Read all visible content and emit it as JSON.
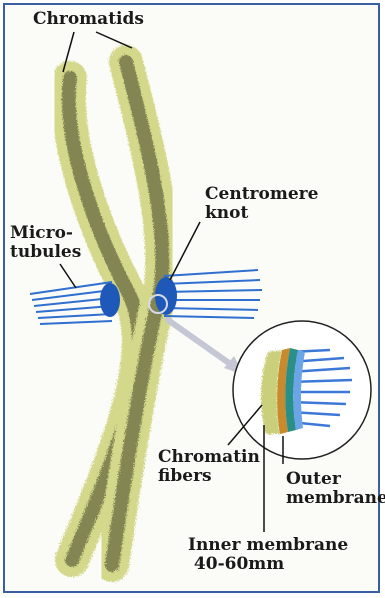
{
  "labels": {
    "chromatids": "Chromatids",
    "centromere": "Centromere\nknot",
    "microtubules": "Micro-\ntubules",
    "chromatin_fibers": "Chromatin\nfibers",
    "outer_membrane": "Outer\nmembrane",
    "inner_membrane": "Inner membrane\n 40-60mm"
  },
  "colors": {
    "frame": "#3a5fa0",
    "chromatid_outer": "#c9cf7a",
    "chromatid_inner": "#6f7245",
    "microtubule": "#2f6fd0",
    "kinetochore": "#1e58b8",
    "pointer_arrow": "#b9bdc9"
  }
}
